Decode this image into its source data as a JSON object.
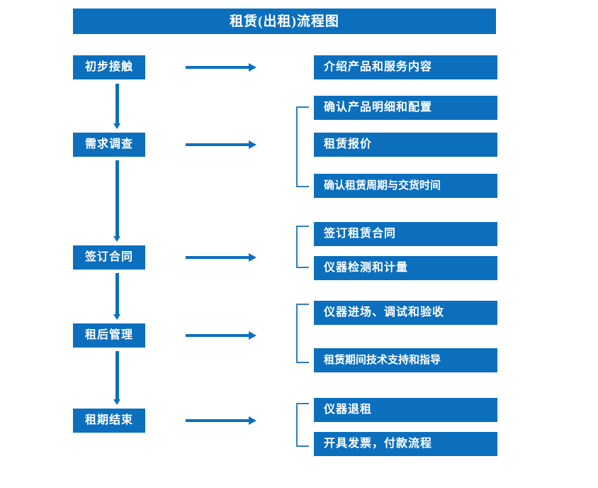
{
  "title": "租赁(出租)流程图",
  "colors": {
    "primary": "#0c6fbe",
    "bracket": "#2f7ec0",
    "text_on_primary": "#ffffff",
    "background": "#ffffff"
  },
  "stages": [
    {
      "id": "initial-contact",
      "label": "初步接触"
    },
    {
      "id": "demand-survey",
      "label": "需求调查"
    },
    {
      "id": "sign-contract",
      "label": "签订合同"
    },
    {
      "id": "post-rent-mgmt",
      "label": "租后管理"
    },
    {
      "id": "lease-end",
      "label": "租期结束"
    }
  ],
  "details": [
    {
      "id": "intro-products",
      "label": "介绍产品和服务内容"
    },
    {
      "id": "confirm-spec",
      "label": "确认产品明细和配置"
    },
    {
      "id": "rental-quote",
      "label": "租赁报价"
    },
    {
      "id": "confirm-period",
      "label": "确认租赁周期与交货时间"
    },
    {
      "id": "sign-lease",
      "label": "签订租赁合同"
    },
    {
      "id": "instrument-test",
      "label": "仪器检测和计量"
    },
    {
      "id": "instrument-arrive",
      "label": "仪器进场、调试和验收"
    },
    {
      "id": "tech-support",
      "label": "租赁期间技术支持和指导"
    },
    {
      "id": "instrument-return",
      "label": "仪器退租"
    },
    {
      "id": "invoice-payment",
      "label": "开具发票，付款流程"
    }
  ],
  "arrows": {
    "down_label": "flow-down-arrow",
    "right_label": "flow-right-arrow"
  },
  "brackets": [
    {
      "id": "bracket-demand-survey"
    },
    {
      "id": "bracket-sign-contract"
    },
    {
      "id": "bracket-post-rent"
    },
    {
      "id": "bracket-lease-end"
    }
  ]
}
